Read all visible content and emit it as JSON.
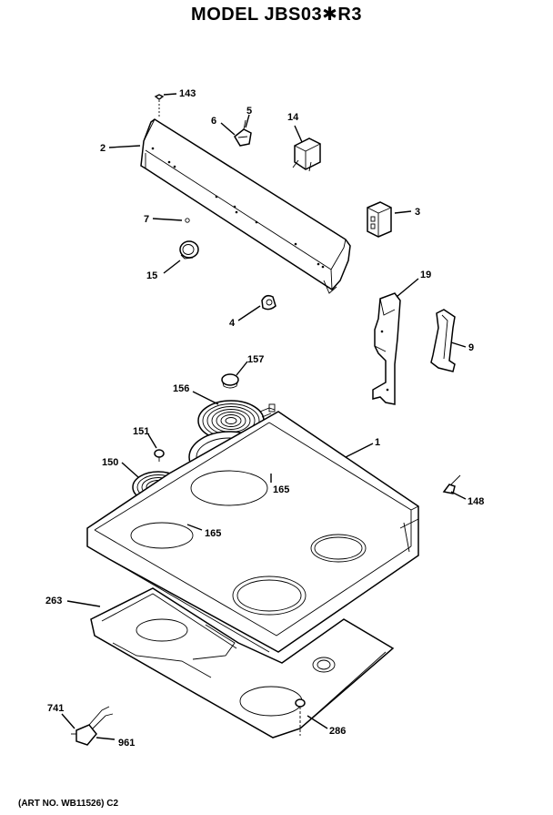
{
  "title": "MODEL JBS03✱R3",
  "art_number": "(ART NO. WB11526) C2",
  "callouts": {
    "p143": "143",
    "p6": "6",
    "p5": "5",
    "p14": "14",
    "p2": "2",
    "p7": "7",
    "p3": "3",
    "p15": "15",
    "p19": "19",
    "p4": "4",
    "p9": "9",
    "p157": "157",
    "p156": "156",
    "p1": "1",
    "p151": "151",
    "p150": "150",
    "p165a": "165",
    "p165b": "165",
    "p148": "148",
    "p263": "263",
    "p741": "741",
    "p961": "961",
    "p286": "286"
  }
}
